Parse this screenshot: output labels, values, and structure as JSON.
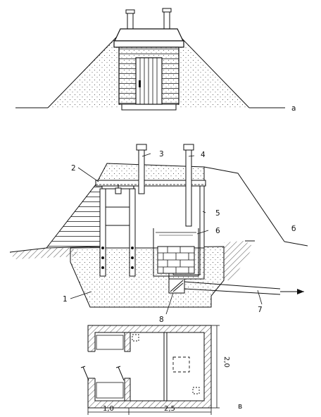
{
  "panels": {
    "a": "а",
    "b": "б",
    "v": "в"
  },
  "callouts": {
    "n1": "1",
    "n2": "2",
    "n3": "3",
    "n4": "4",
    "n5": "5",
    "n6": "6",
    "n7": "7",
    "n8": "8"
  },
  "dimensions": {
    "width_left": "1,0",
    "width_right": "2,5",
    "depth": "2,0"
  }
}
